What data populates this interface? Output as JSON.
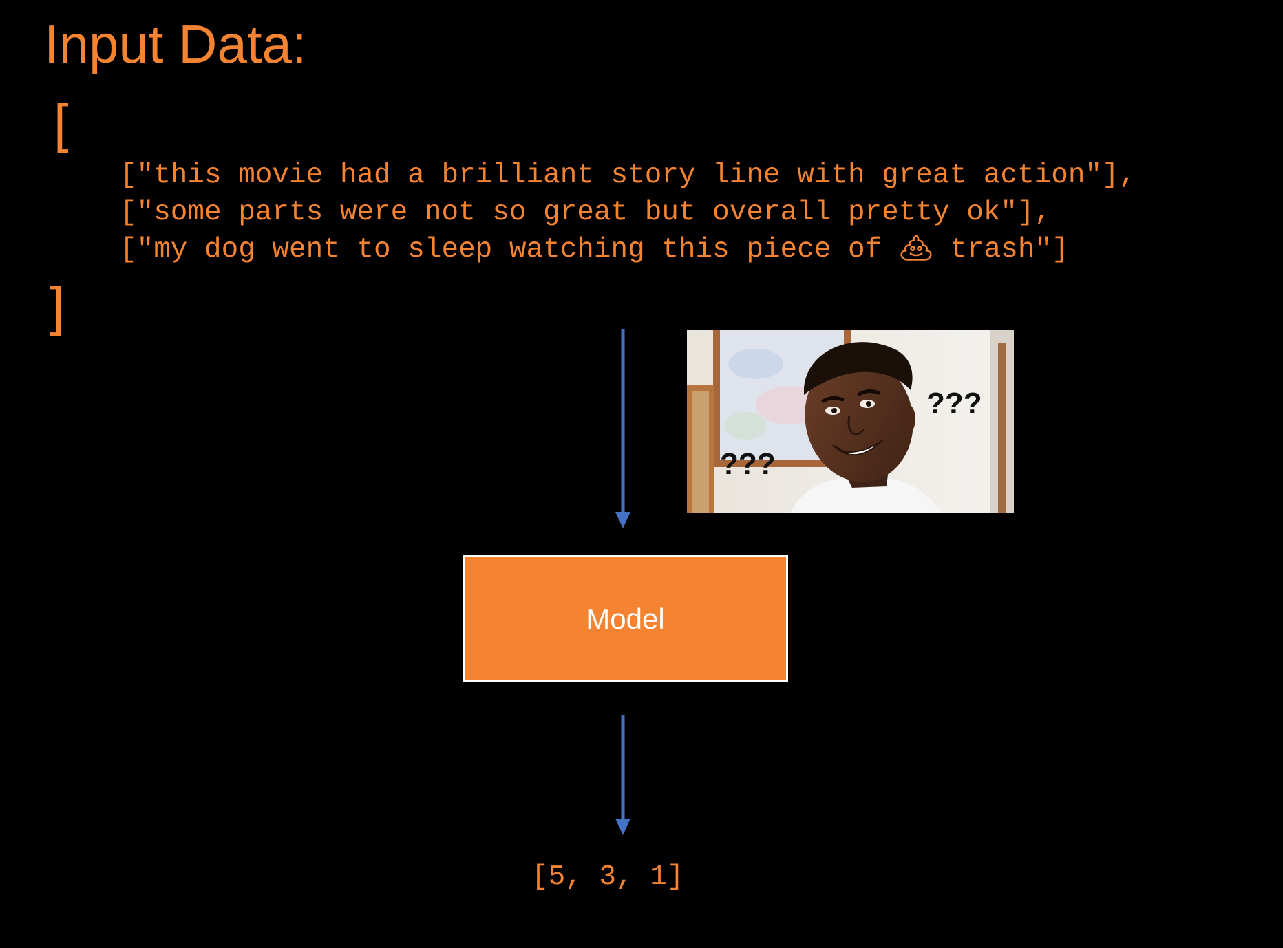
{
  "title": "Input Data:",
  "open_bracket": "[",
  "close_bracket": "]",
  "reviews": [
    {
      "prefix": "[\"this movie had a brilliant story line with great action\"],",
      "suffix": ""
    },
    {
      "prefix": "[\"some parts were not so great but overall pretty ok\"],",
      "suffix": ""
    },
    {
      "prefix": "[\"my dog went to sleep watching this piece of ",
      "suffix": " trash\"]",
      "icon": "poop-emoji-icon"
    }
  ],
  "meme": {
    "left_marks": "???",
    "right_marks": "???"
  },
  "model": {
    "label": "Model"
  },
  "output": "[5, 3, 1]",
  "colors": {
    "accent_orange": "#f58432",
    "arrow_blue": "#4472c4",
    "background": "#000000"
  }
}
